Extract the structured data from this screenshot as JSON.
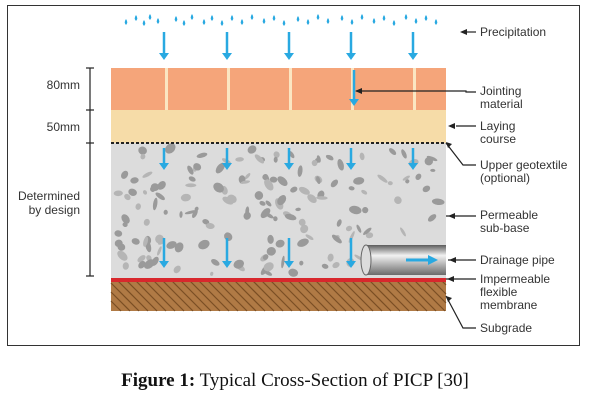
{
  "labels": {
    "precipitation": "Precipitation",
    "jointing_material": "Jointing\nmaterial",
    "laying_course": "Laying\ncourse",
    "upper_geotextile": "Upper geotextile\n(optional)",
    "permeable_sub_base": "Permeable\nsub-base",
    "drainage_pipe": "Drainage pipe",
    "impermeable_membrane": "Impermeable\nflexible\nmembrane",
    "subgrade": "Subgrade"
  },
  "dimensions": {
    "pavers": "80mm",
    "laying_course": "50mm",
    "sub_base": "Determined\nby design"
  },
  "caption": {
    "prefix": "Figure 1:",
    "text": " Typical Cross-Section of PICP [30]"
  },
  "colors": {
    "rain": "#29a9e1",
    "paver": "#f5a57a",
    "joint": "#fbe6c2",
    "laying_course": "#f6dca8",
    "sub_base": "#dcdcdc",
    "aggregate": "#9a9a9a",
    "membrane": "#d8282d",
    "subgrade": "#b07a45",
    "pipe": "#8f8f8f"
  }
}
